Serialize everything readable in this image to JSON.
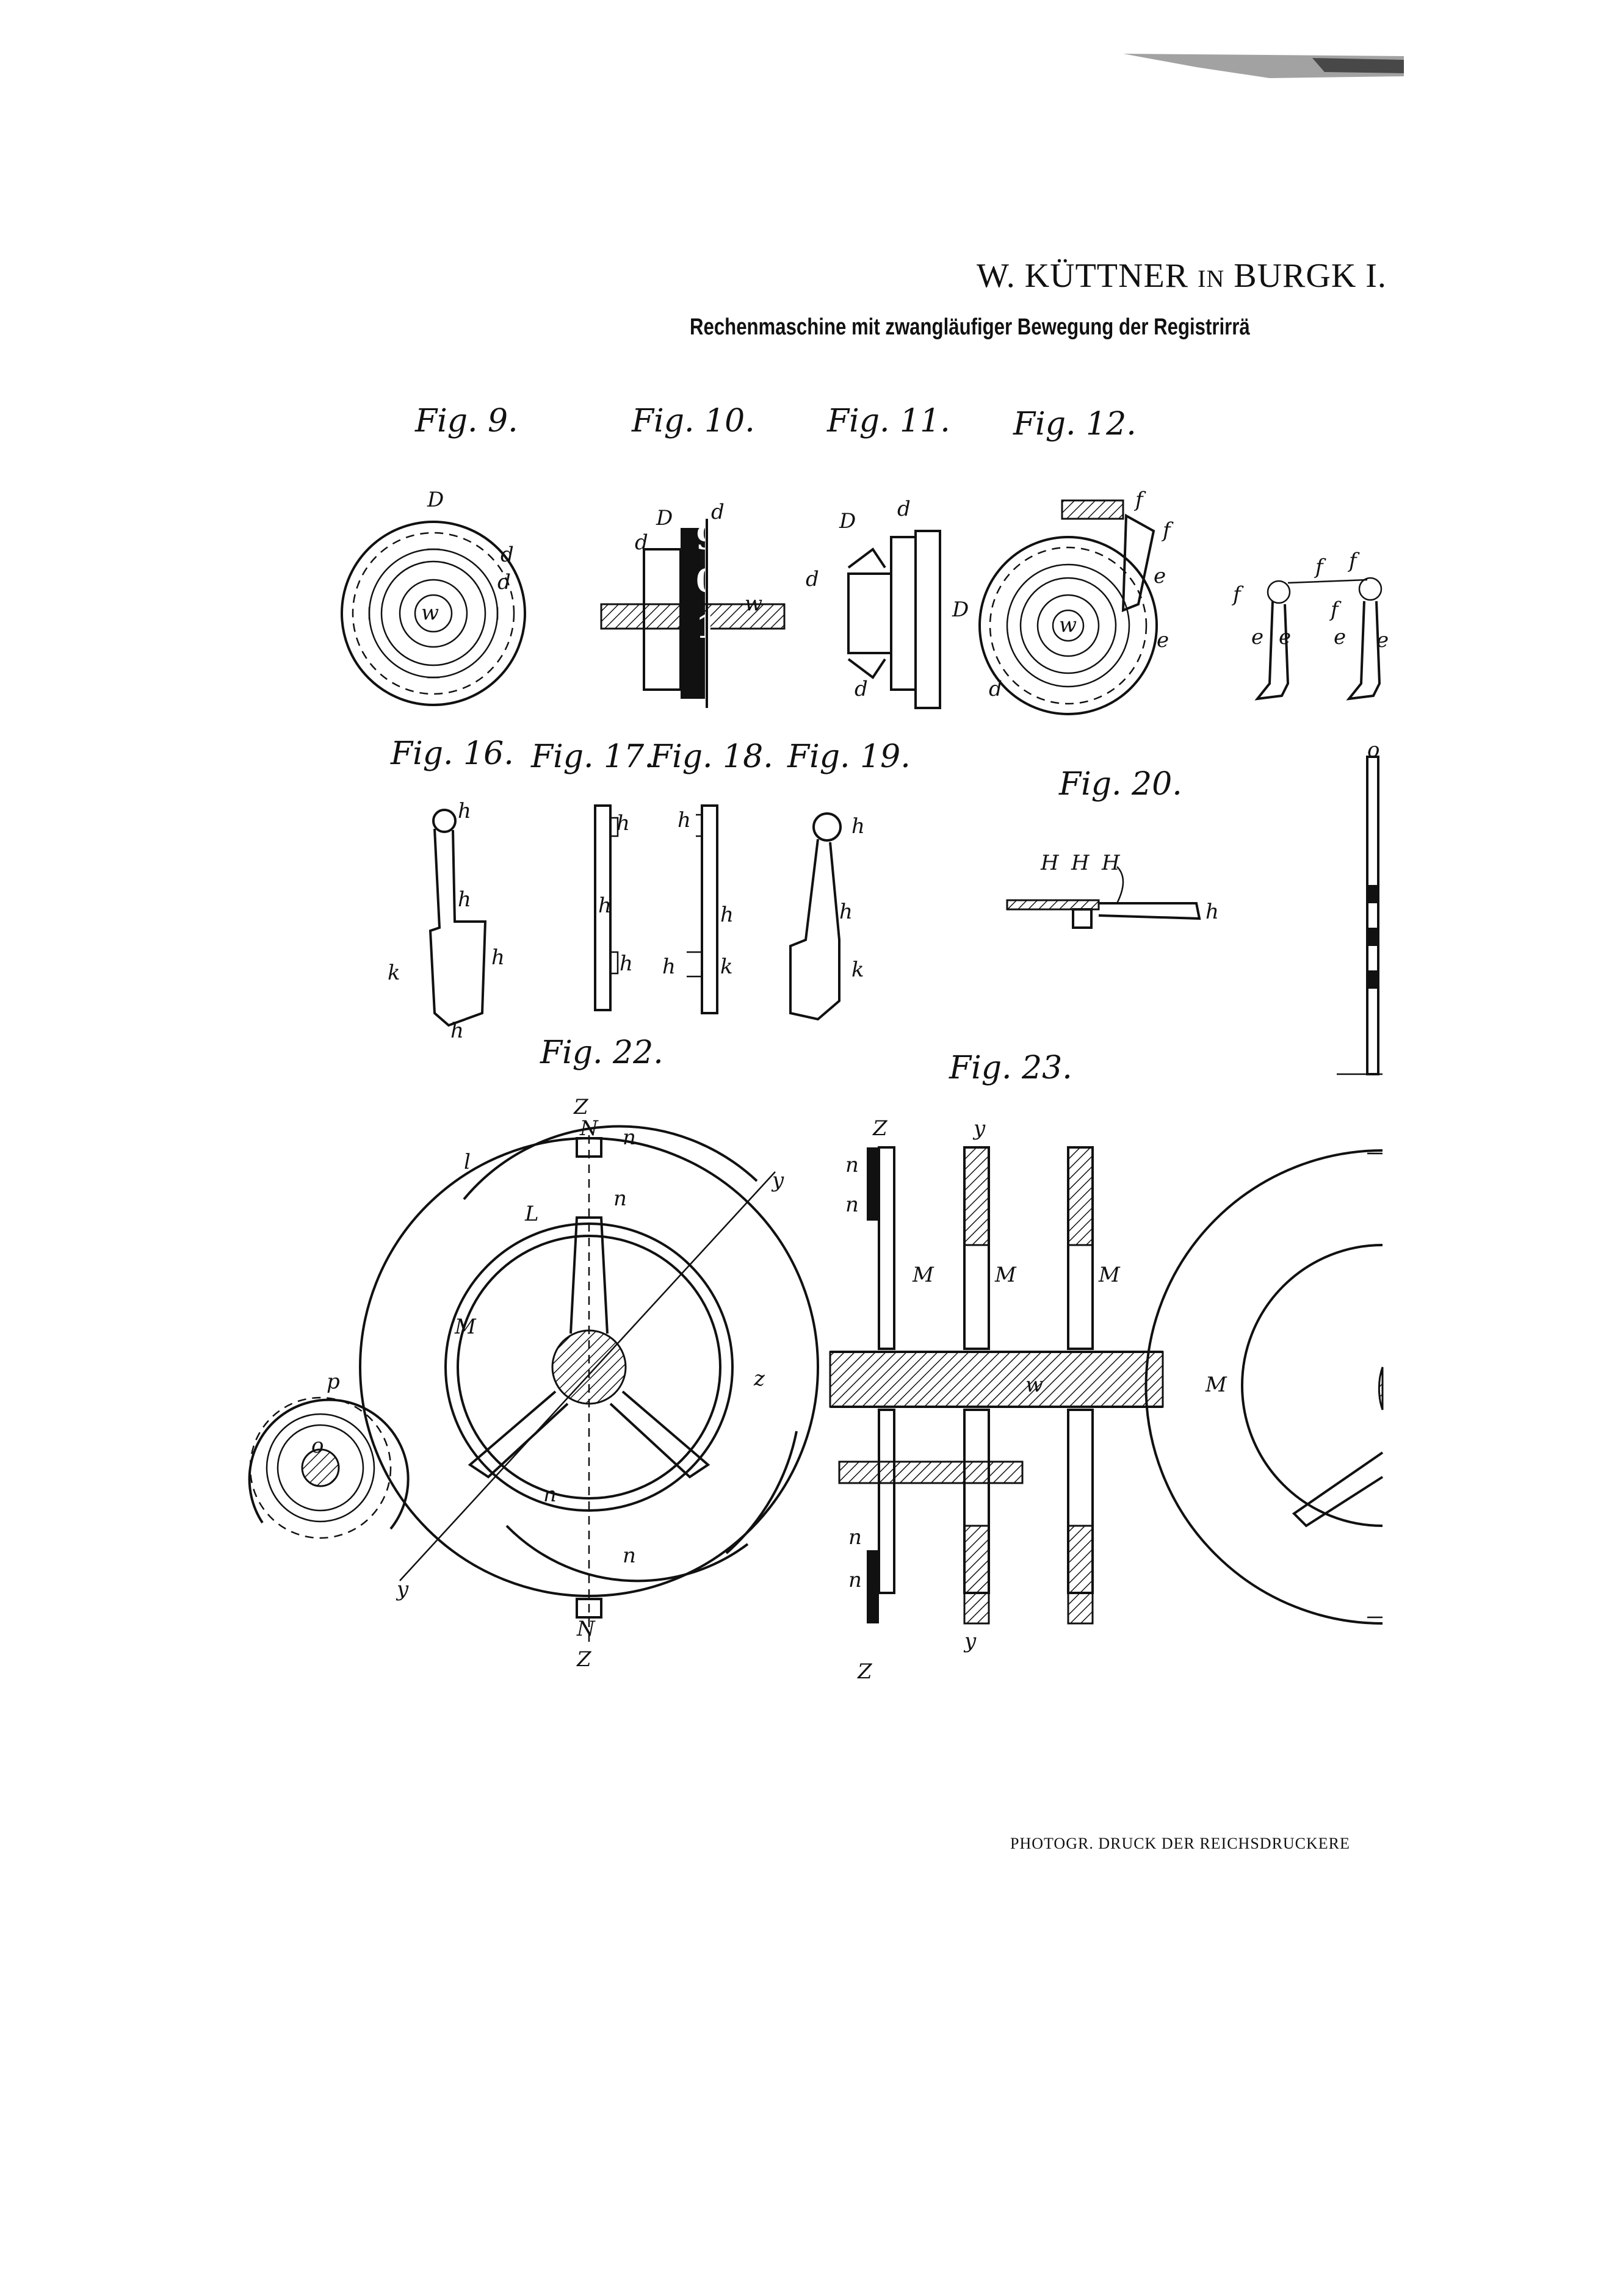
{
  "header": {
    "inventor": "W. KÜTTNER",
    "in_word": "IN",
    "place": "BURGK",
    "sheet": "I.",
    "subtitle": "Rechenmaschine mit zwangläufiger Bewegung der Registrirrä"
  },
  "figures": {
    "fig9": "Fig. 9.",
    "fig10": "Fig. 10.",
    "fig11": "Fig. 11.",
    "fig12": "Fig. 12.",
    "fig16": "Fig. 16.",
    "fig17": "Fig. 17.",
    "fig18": "Fig. 18.",
    "fig19": "Fig. 19.",
    "fig20": "Fig. 20.",
    "fig22": "Fig. 22.",
    "fig23": "Fig. 23."
  },
  "footer": {
    "printer": "PHOTOGR. DRUCK DER REICHSDRUCKERE"
  }
}
